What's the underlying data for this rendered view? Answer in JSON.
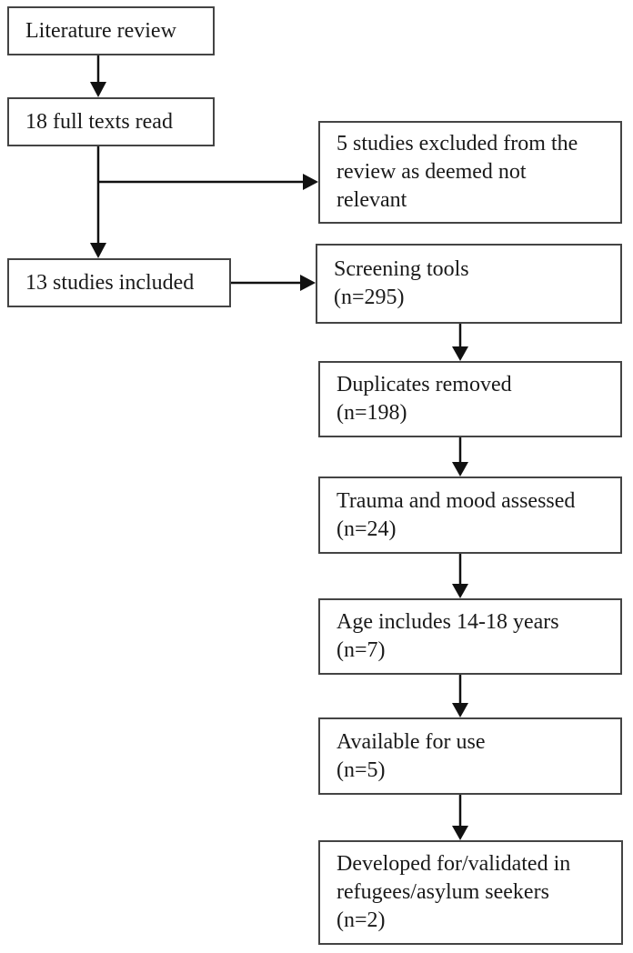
{
  "figure": {
    "type": "flowchart",
    "description": "Literature review screening flow diagram",
    "colors": {
      "background": "#ffffff",
      "box_border": "#444444",
      "arrow": "#111111",
      "text": "#1a1a1a"
    },
    "nodes": [
      {
        "id": "literature-review",
        "lines": [
          "Literature review"
        ]
      },
      {
        "id": "full-texts-read",
        "lines": [
          "18 full texts read"
        ]
      },
      {
        "id": "studies-excluded",
        "lines": [
          "5 studies excluded from the",
          "review as deemed not",
          "relevant"
        ]
      },
      {
        "id": "studies-included",
        "lines": [
          "13 studies included"
        ]
      },
      {
        "id": "screening-tools",
        "lines": [
          "Screening tools",
          "(n=295)"
        ]
      },
      {
        "id": "duplicates-removed",
        "lines": [
          "Duplicates removed",
          "(n=198)"
        ]
      },
      {
        "id": "trauma-mood-assessed",
        "lines": [
          "Trauma and mood assessed",
          "(n=24)"
        ]
      },
      {
        "id": "age-includes",
        "lines": [
          "Age includes 14-18 years",
          "(n=7)"
        ]
      },
      {
        "id": "available-for-use",
        "lines": [
          "Available for use",
          "(n=5)"
        ]
      },
      {
        "id": "developed-validated",
        "lines": [
          "Developed for/validated in",
          "refugees/asylum seekers",
          "(n=2)"
        ]
      }
    ],
    "edges": [
      {
        "from": "literature-review",
        "to": "full-texts-read"
      },
      {
        "from": "full-texts-read",
        "to": "studies-excluded"
      },
      {
        "from": "full-texts-read",
        "to": "studies-included"
      },
      {
        "from": "studies-included",
        "to": "screening-tools"
      },
      {
        "from": "screening-tools",
        "to": "duplicates-removed"
      },
      {
        "from": "duplicates-removed",
        "to": "trauma-mood-assessed"
      },
      {
        "from": "trauma-mood-assessed",
        "to": "age-includes"
      },
      {
        "from": "age-includes",
        "to": "available-for-use"
      },
      {
        "from": "available-for-use",
        "to": "developed-validated"
      }
    ]
  }
}
